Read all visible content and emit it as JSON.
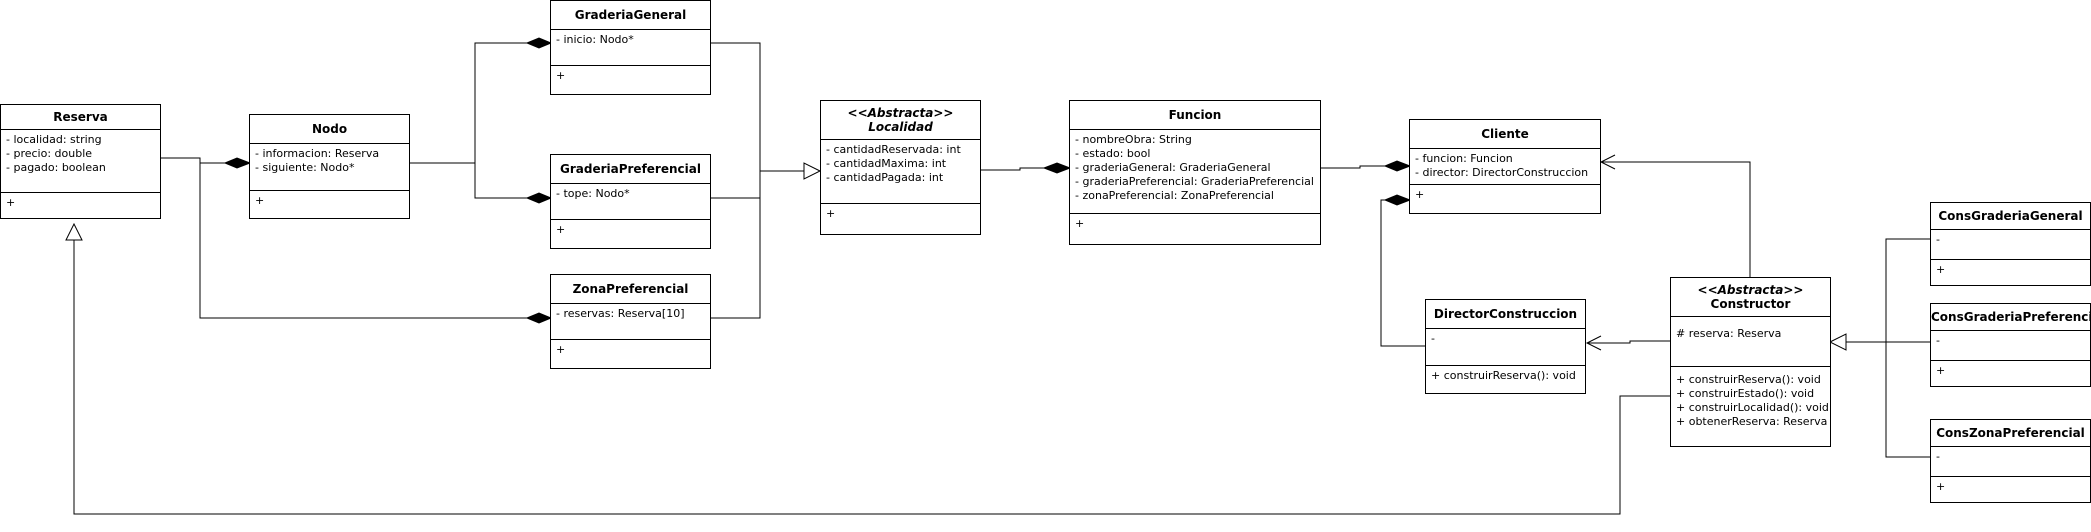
{
  "classes": {
    "reserva": {
      "name": "Reserva",
      "attributes": [
        "- localidad: string",
        "- precio: double",
        "- pagado: boolean"
      ],
      "methods": [
        "+"
      ]
    },
    "nodo": {
      "name": "Nodo",
      "attributes": [
        "- informacion: Reserva",
        "- siguiente: Nodo*"
      ],
      "methods": [
        "+"
      ]
    },
    "graderia_general": {
      "name": "GraderiaGeneral",
      "attributes": [
        "- inicio: Nodo*"
      ],
      "methods": [
        "+"
      ]
    },
    "graderia_preferencial": {
      "name": "GraderiaPreferencial",
      "attributes": [
        "- tope: Nodo*"
      ],
      "methods": [
        "+"
      ]
    },
    "zona_preferencial": {
      "name": "ZonaPreferencial",
      "attributes": [
        "- reservas: Reserva[10]"
      ],
      "methods": [
        "+"
      ]
    },
    "localidad": {
      "stereotype": "<<Abstracta>>",
      "name": "Localidad",
      "attributes": [
        "- cantidadReservada: int",
        "- cantidadMaxima: int",
        "- cantidadPagada: int"
      ],
      "methods": [
        "+"
      ]
    },
    "funcion": {
      "name": "Funcion",
      "attributes": [
        "- nombreObra: String",
        "- estado: bool",
        "- graderiaGeneral: GraderiaGeneral",
        "- graderiaPreferencial: GraderiaPreferencial",
        "- zonaPreferencial: ZonaPreferencial"
      ],
      "methods": [
        "+"
      ]
    },
    "cliente": {
      "name": "Cliente",
      "attributes": [
        "- funcion: Funcion",
        "- director: DirectorConstruccion"
      ],
      "methods": [
        "+"
      ]
    },
    "director": {
      "name": "DirectorConstruccion",
      "attributes": [
        "-"
      ],
      "methods": [
        "+ construirReserva(): void"
      ]
    },
    "constructor": {
      "stereotype": "<<Abstracta>>",
      "name": "Constructor",
      "attributes": [
        "# reserva: Reserva"
      ],
      "methods": [
        "+ construirReserva(): void",
        "+ construirEstado(): void",
        "+ construirLocalidad(): void",
        "+ obtenerReserva: Reserva"
      ]
    },
    "cons_graderia_general": {
      "name": "ConsGraderiaGeneral",
      "attributes": [
        "-"
      ],
      "methods": [
        "+"
      ]
    },
    "cons_graderia_preferencial": {
      "name": "ConsGraderiaPreferencial",
      "attributes": [
        "-"
      ],
      "methods": [
        "+"
      ]
    },
    "cons_zona_preferencial": {
      "name": "ConsZonaPreferencial",
      "attributes": [
        "-"
      ],
      "methods": [
        "+"
      ]
    }
  }
}
